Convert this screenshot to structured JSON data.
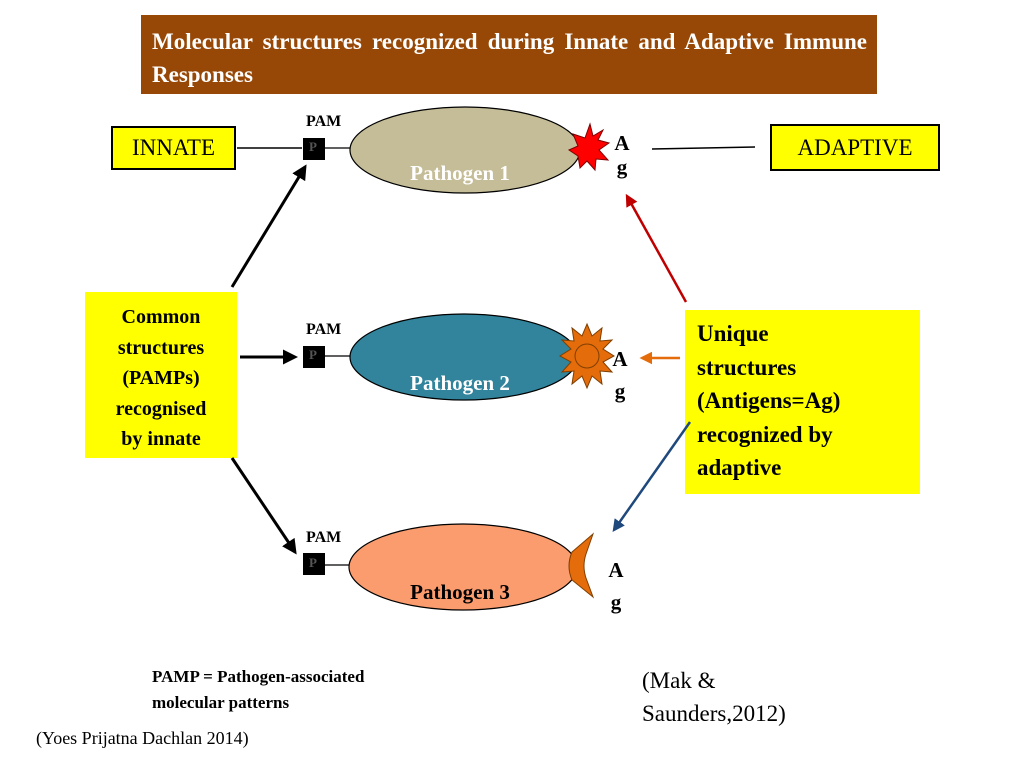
{
  "title": "Molecular structures recognized during Innate and Adaptive Immune Responses",
  "innate_label": "INNATE",
  "adaptive_label": "ADAPTIVE",
  "common_structures": [
    "Common",
    "structures",
    "(PAMPs)",
    "recognised",
    "by innate"
  ],
  "unique_structures": [
    "Unique",
    "structures",
    "(Antigens=Ag)",
    "recognized by",
    "adaptive"
  ],
  "pamp_tag": "PAM",
  "pamp_tag_suffix": "P",
  "ag_tag_top": "A",
  "ag_tag_bottom": "g",
  "pathogens": [
    {
      "name": "Pathogen 1",
      "color": "#c4bd97",
      "text_color": "#ffffff"
    },
    {
      "name": "Pathogen 2",
      "color": "#31849b",
      "text_color": "#ffffff"
    },
    {
      "name": "Pathogen 3",
      "color": "#fa9c6e",
      "text_color": "#000000"
    }
  ],
  "footnote": [
    "PAMP = Pathogen-associated",
    "molecular patterns"
  ],
  "citation": [
    "(Mak &",
    "Saunders,2012)"
  ],
  "author_credit": "(Yoes Prijatna Dachlan 2014)",
  "colors": {
    "title_bg": "#974806",
    "highlight": "#ffff00",
    "antigen_1": "#ff0000",
    "antigen_2": "#e46c0a",
    "arrow_red": "#c00000",
    "arrow_orange": "#e46c0a",
    "arrow_blue": "#1f497d"
  }
}
